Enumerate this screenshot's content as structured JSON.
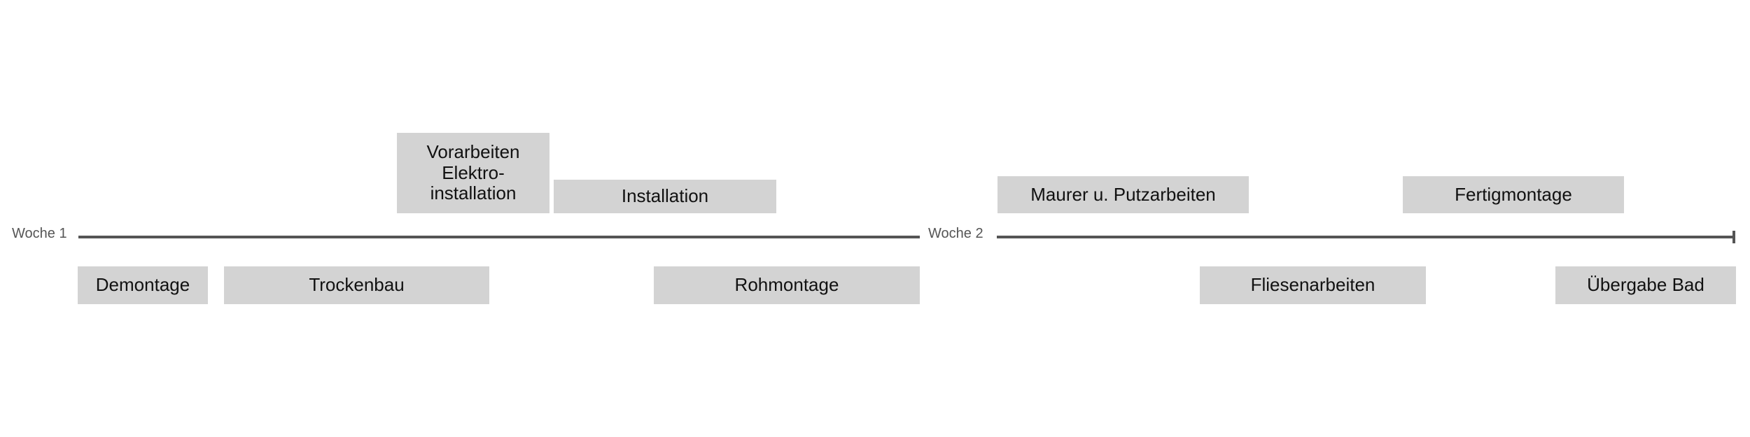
{
  "timeline": {
    "weeks": [
      {
        "label": "Woche 1"
      },
      {
        "label": "Woche 2"
      }
    ]
  },
  "tasks_above": [
    {
      "lines": [
        "Vorarbeiten",
        "Elektro-",
        "installation"
      ]
    },
    {
      "label": "Installation"
    },
    {
      "label": "Maurer u. Putzarbeiten"
    },
    {
      "label": "Fertigmontage"
    }
  ],
  "tasks_below": [
    {
      "label": "Demontage"
    },
    {
      "label": "Trockenbau"
    },
    {
      "label": "Rohmontage"
    },
    {
      "label": "Fliesenarbeiten"
    },
    {
      "label": "Übergabe Bad"
    }
  ],
  "colors": {
    "task_fill": "#d3d3d3",
    "axis": "#555555",
    "text": "#111111"
  }
}
